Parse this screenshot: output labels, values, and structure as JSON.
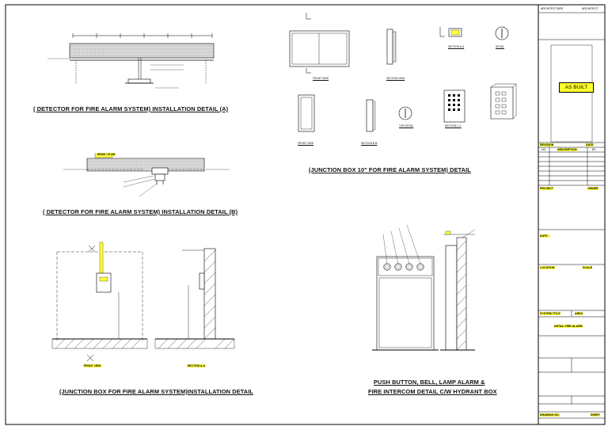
{
  "drawing_titles": {
    "detector_a": "( DETECTOR FOR FIRE ALARM SYSTEM) INSTALLATION DETAIL (A)",
    "detector_b": "( DETECTOR FOR FIRE ALARM SYSTEM) INSTALLATION DETAIL (B)",
    "junction_10": "(JUNCTION BOX 10\" FOR  FIRE ALARM SYSTEM) DETAIL",
    "junction_install": "(JUNCTION BOX FOR  FIRE ALARM SYSTEM)INSTALLATION  DETAIL",
    "push_button_1": "PUSH BUTTON, BELL, LAMP ALARM &",
    "push_button_2": "FIRE INTERCOM DETAIL C/W HYDRANT BOX"
  },
  "view_labels": {
    "front_view_1": "FRONT VIEW",
    "section_1": "SECTION VIEW",
    "section_aa": "SECTION A-A",
    "detail": "DETAIL",
    "front_view_2": "FRONT VIEW",
    "section_bb": "SECTION B-B",
    "top_detail": "TOP DETAIL",
    "section_cc": "SECTION C-C",
    "front_elev": "FRONT VIEW",
    "section_aa_2": "SECTION A-A",
    "beam_label": "BEAM / SLAB"
  },
  "title_block": {
    "architecture": "ARCHITECTURE",
    "architect": "ARCHITECT",
    "as_built": "AS BUILT",
    "revision": "REVISION",
    "date": "DATE",
    "no": "NO.",
    "description": "DESCRIPTION",
    "by": "BY",
    "project": "PROJECT",
    "owner": "OWNER",
    "dates": "DATE :",
    "location": "LOCATION",
    "scale": "SCALE",
    "system_title": "SYSTEM TITLE",
    "area": "AREA",
    "title_main": "DETAIL FIRE ALARM",
    "drawing_no": "DRAWING NO.",
    "sheet": "SHEET"
  }
}
